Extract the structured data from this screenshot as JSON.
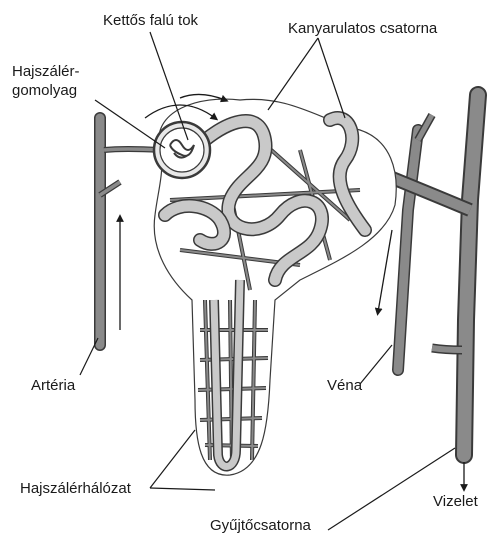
{
  "labels": {
    "capsule": "Kettős falú tok",
    "tubule": "Kanyarulatos csatorna",
    "glomerulus_line1": "Hajszálér-",
    "glomerulus_line2": "gomolyag",
    "artery": "Artéria",
    "vein": "Véna",
    "capillary_network": "Hajszálérhálózat",
    "urine": "Vizelet",
    "collecting_duct": "Gyűjtőcsatorna"
  },
  "colors": {
    "vessel": "#8a8a8a",
    "vessel_outline": "#3a3a3a",
    "tubule": "#c9c9c9",
    "capsule_fill": "#e8e8e8",
    "leader": "#1a1a1a"
  }
}
